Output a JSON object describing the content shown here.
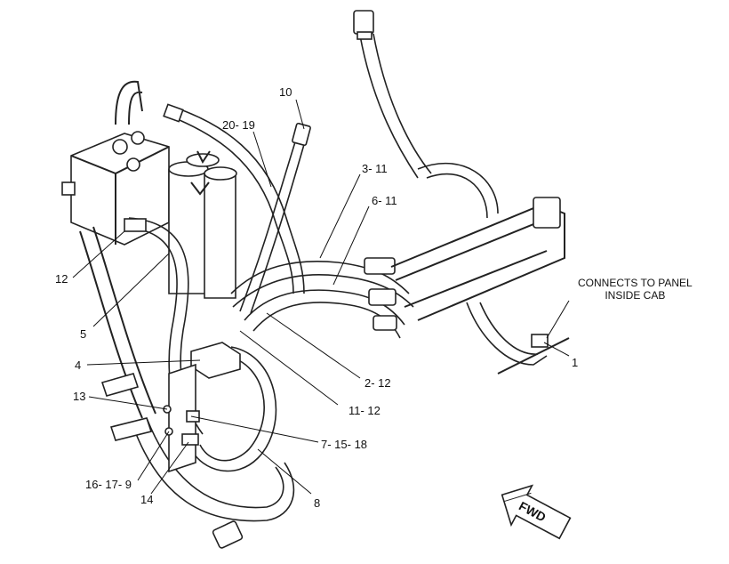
{
  "callouts": {
    "c10": "10",
    "c20_19": "20- 19",
    "c3_11": "3- 11",
    "c6_11": "6- 11",
    "c12": "12",
    "c5": "5",
    "c4": "4",
    "c13": "13",
    "c16_17_9": "16- 17- 9",
    "c14": "14",
    "c8": "8",
    "c7_15_18": "7- 15- 18",
    "c11_12": "11- 12",
    "c2_12": "2- 12",
    "c1": "1"
  },
  "note": {
    "line1": "CONNECTS TO PANEL",
    "line2": "INSIDE CAB"
  },
  "direction_label": "FWD",
  "colors": {
    "ink": "#222222",
    "background": "#ffffff"
  }
}
